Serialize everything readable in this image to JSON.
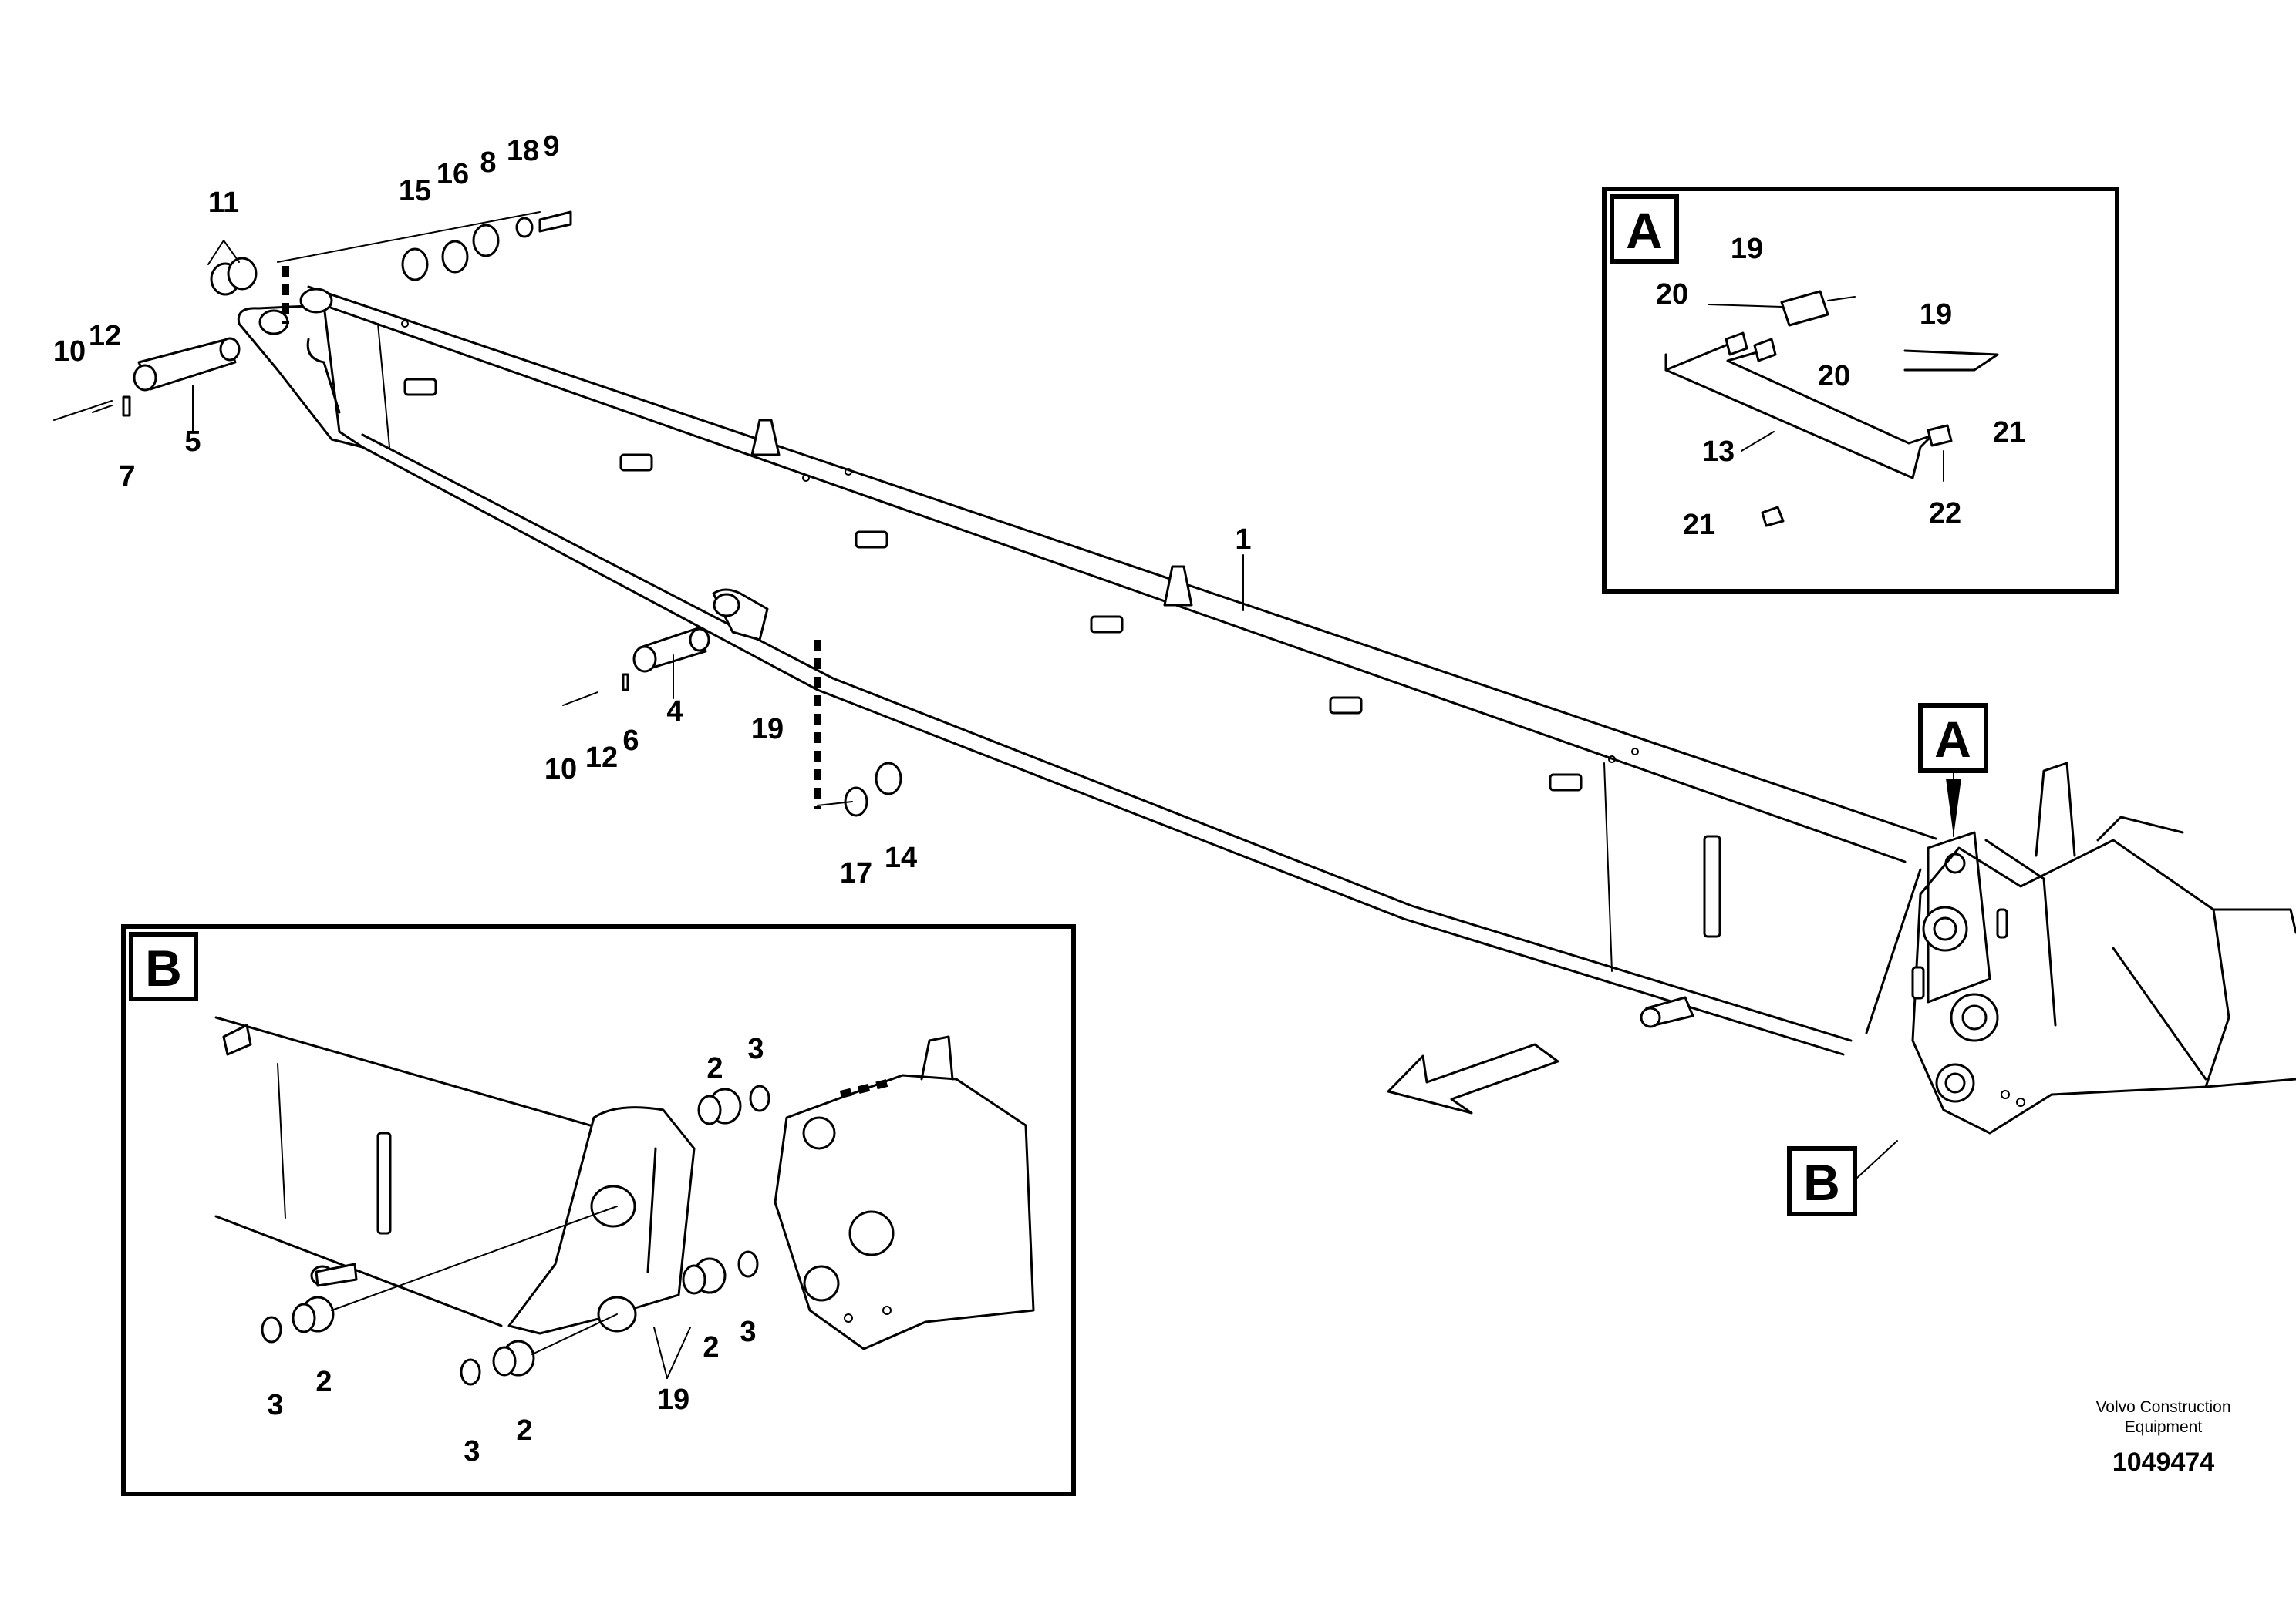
{
  "callouts": {
    "c1": "1",
    "c2": "2",
    "c3": "3",
    "c4": "4",
    "c5": "5",
    "c6": "6",
    "c7": "7",
    "c8": "8",
    "c9": "9",
    "c10": "10",
    "c11": "11",
    "c12": "12",
    "c13": "13",
    "c14": "14",
    "c15": "15",
    "c16": "16",
    "c17": "17",
    "c18": "18",
    "c19": "19",
    "c20": "20",
    "c21": "21",
    "c22": "22"
  },
  "details": {
    "a_tag": "A",
    "b_tag": "B"
  },
  "credit": {
    "line1": "Volvo Construction",
    "line2": "Equipment",
    "id": "1049474"
  }
}
